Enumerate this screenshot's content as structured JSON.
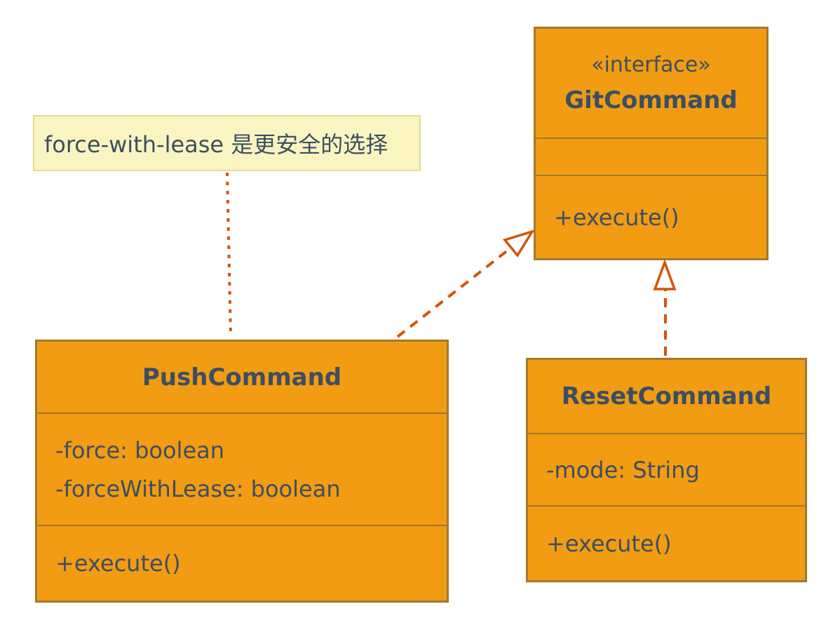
{
  "note": {
    "text": "force-with-lease 是更安全的选择"
  },
  "classes": {
    "gitCommand": {
      "stereotype": "«interface»",
      "name": "GitCommand",
      "attributes": [],
      "methods": [
        "+execute()"
      ]
    },
    "pushCommand": {
      "name": "PushCommand",
      "attributes": [
        "-force: boolean",
        "-forceWithLease: boolean"
      ],
      "methods": [
        "+execute()"
      ]
    },
    "resetCommand": {
      "name": "ResetCommand",
      "attributes": [
        "-mode: String"
      ],
      "methods": [
        "+execute()"
      ]
    }
  },
  "relations": [
    {
      "from": "PushCommand",
      "to": "GitCommand",
      "type": "realization",
      "line": "dashed",
      "arrowhead": "open-triangle"
    },
    {
      "from": "ResetCommand",
      "to": "GitCommand",
      "type": "realization",
      "line": "dashed",
      "arrowhead": "open-triangle"
    },
    {
      "from": "note",
      "to": "PushCommand",
      "type": "note-attachment",
      "line": "dotted",
      "arrowhead": "none"
    }
  ],
  "colors": {
    "class_fill": "#F19C12",
    "class_border": "#A07A2E",
    "text": "#3C4E63",
    "relation": "#D35408",
    "note_fill": "#FAF4C0",
    "note_border": "#E6DB93",
    "background": "#FFFFFF"
  }
}
